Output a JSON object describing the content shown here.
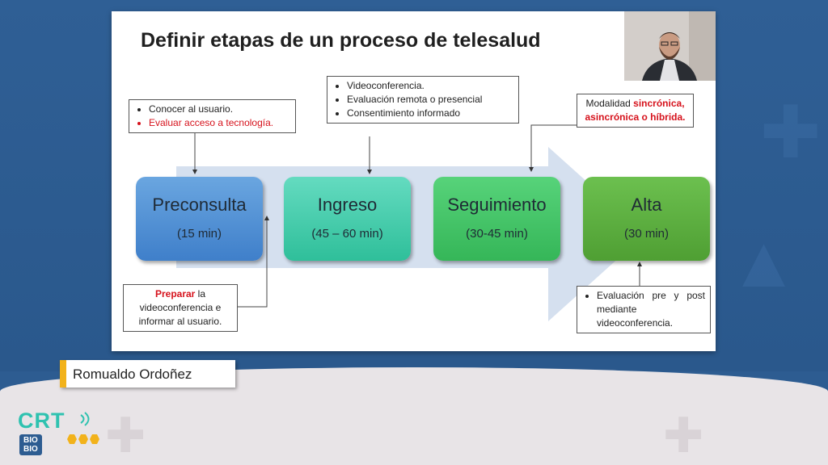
{
  "slide": {
    "title": "Definir etapas de un proceso de telesalud",
    "stages": [
      {
        "name": "Preconsulta",
        "duration": "(15 min)"
      },
      {
        "name": "Ingreso",
        "duration": "(45 – 60 min)"
      },
      {
        "name": "Seguimiento",
        "duration": "(30-45 min)"
      },
      {
        "name": "Alta",
        "duration": "(30 min)"
      }
    ],
    "notes": {
      "preconsulta_top": [
        "Conocer al usuario.",
        "Evaluar acceso a tecnología."
      ],
      "ingreso_top": [
        "Videoconferencia.",
        "Evaluación remota o presencial",
        "Consentimiento informado"
      ],
      "seguimiento_top": {
        "prefix": "Modalidad ",
        "highlight": "sincrónica, asincrónica o híbrida."
      },
      "preconsulta_bottom": {
        "highlight": "Preparar",
        "rest": " la videoconferencia e informar al usuario."
      },
      "alta_bottom": [
        "Evaluación pre y post mediante videoconferencia."
      ]
    }
  },
  "presenter": {
    "name": "Romualdo Ordoñez"
  },
  "logo": {
    "main": "CRT",
    "sub": "BIO BIO"
  },
  "colors": {
    "highlight": "#d6121c",
    "name_bar": "#f2b21b",
    "background": "#2d5c91"
  }
}
